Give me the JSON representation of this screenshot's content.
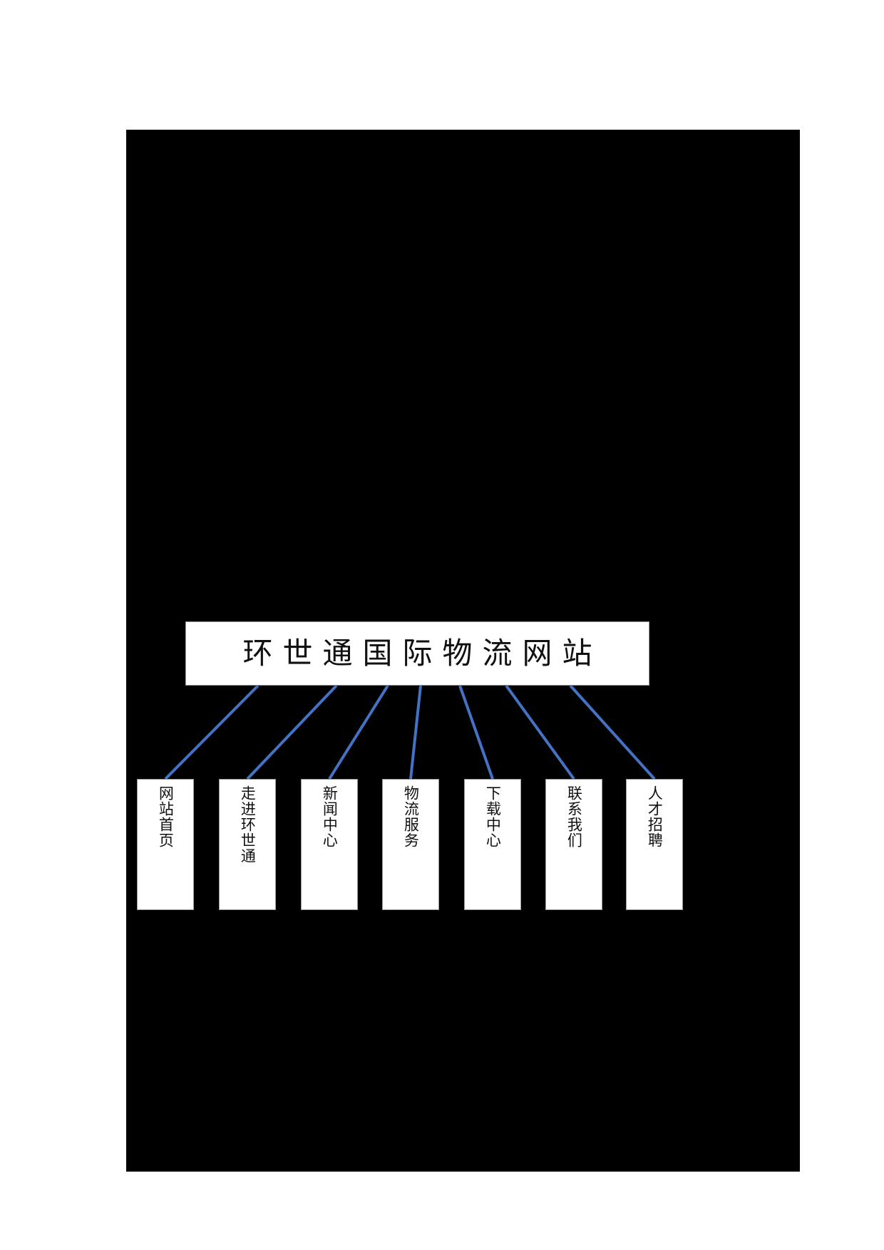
{
  "document": {
    "background_color": "#ffffff",
    "canvas_color": "#000000"
  },
  "diagram": {
    "type": "sitemap-tree",
    "line_color": "#4472C4",
    "node_fill": "#ffffff",
    "node_border": "#9a9a9a",
    "text_color": "#111111",
    "root": {
      "label": "环世通国际物流网站"
    },
    "children": [
      {
        "label": "网站首页"
      },
      {
        "label": "走进环世通"
      },
      {
        "label": "新闻中心"
      },
      {
        "label": "物流服务"
      },
      {
        "label": "下载中心"
      },
      {
        "label": "联系我们"
      },
      {
        "label": "人才招聘"
      }
    ]
  }
}
